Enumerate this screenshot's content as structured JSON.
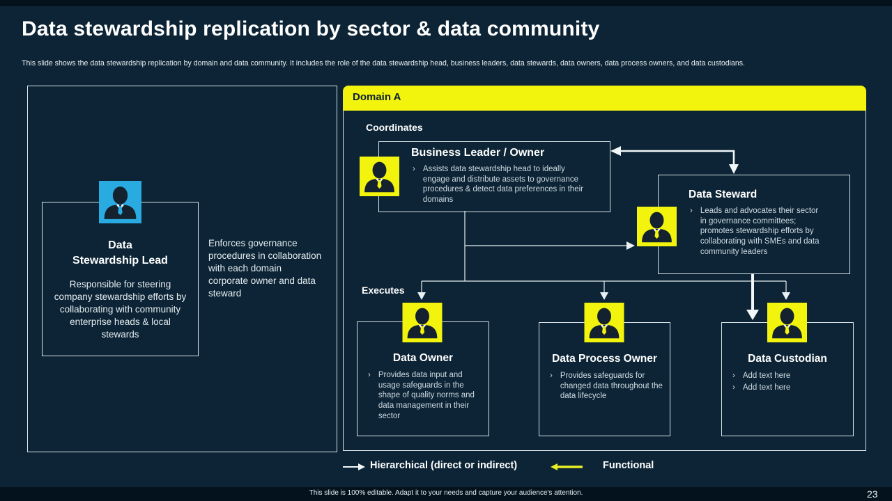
{
  "slide": {
    "title": "Data stewardship replication by sector & data community",
    "subtitle": "This slide shows the data stewardship replication by domain and data community. It includes the role of the data stewardship head, business leaders, data stewards, data owners, data process owners, and data custodians.",
    "footer_note": "This slide is 100% editable.  Adapt it to your needs and capture your audience's attention.",
    "page_number": "23"
  },
  "colors": {
    "background": "#0c2435",
    "accent_yellow": "#f2f40d",
    "accent_cyan": "#29abe2",
    "box_border": "#d9e4ea"
  },
  "lead": {
    "title_line1": "Data",
    "title_line2": "Stewardship Lead",
    "description": "Responsible for steering company stewardship efforts by collaborating  with community enterprise heads & local stewards",
    "side_note": "Enforces governance procedures in collaboration with each domain corporate owner and data steward"
  },
  "domain": {
    "label": "Domain A",
    "coordinates_label": "Coordinates",
    "executes_label": "Executes",
    "roles": {
      "business_leader": {
        "title": "Business Leader / Owner",
        "bullets": [
          "Assists data stewardship head to ideally engage and distribute assets to governance procedures & detect data preferences in their domains"
        ]
      },
      "data_steward": {
        "title": "Data Steward",
        "bullets": [
          "Leads and advocates their sector in governance committees; promotes stewardship efforts by collaborating with SMEs and data community leaders"
        ]
      },
      "data_owner": {
        "title": "Data Owner",
        "bullets": [
          "Provides data input and usage safeguards in the shape of quality norms and data management in their sector"
        ]
      },
      "data_process_owner": {
        "title": "Data Process Owner",
        "bullets": [
          "Provides safeguards for changed data throughout the data lifecycle"
        ]
      },
      "data_custodian": {
        "title": "Data Custodian",
        "bullets": [
          "Add text here",
          "Add text here"
        ]
      }
    }
  },
  "legend": {
    "hierarchical_label": "Hierarchical (direct or indirect)",
    "functional_label": "Functional"
  }
}
